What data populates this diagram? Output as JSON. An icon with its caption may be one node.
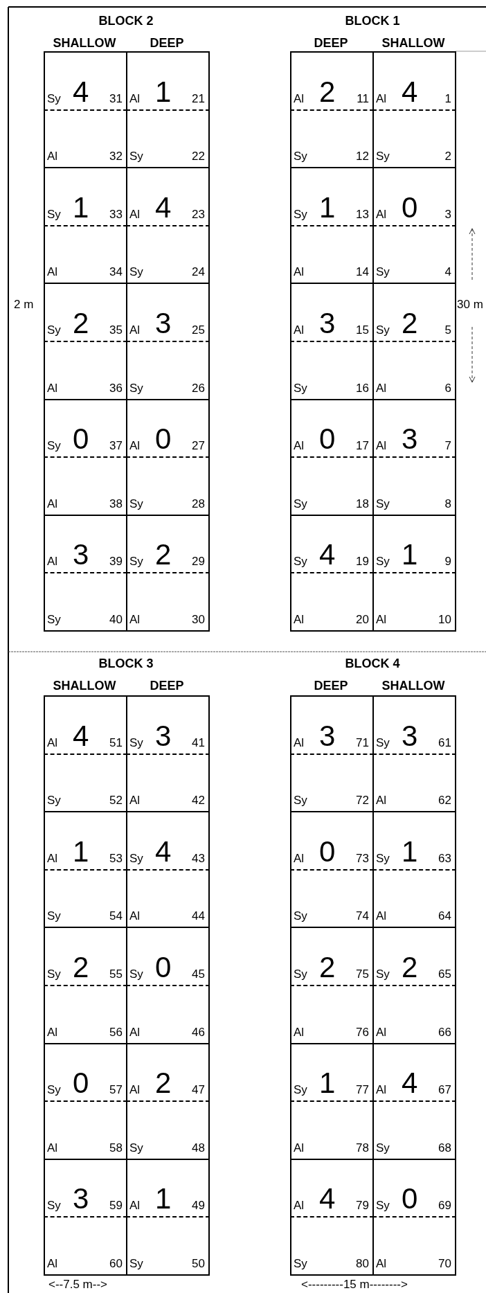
{
  "diagram": {
    "nodes": [
      {
        "text": [
          "Sy",
          "4",
          "31"
        ]
      },
      {
        "text": [
          "Al",
          "32"
        ]
      },
      {
        "text": [
          "Sy",
          "1",
          "33"
        ]
      },
      {
        "text": [
          "Al",
          "34"
        ]
      },
      {
        "text": [
          "Sy",
          "2",
          "35"
        ]
      },
      {
        "text": [
          "Al",
          "36"
        ]
      },
      {
        "text": [
          "Sy",
          "0",
          "37"
        ]
      },
      {
        "text": [
          "Al",
          "38"
        ]
      },
      {
        "text": [
          "Al",
          "3",
          "39"
        ]
      },
      {
        "text": [
          "Sy",
          "40"
        ]
      },
      {
        "text": [
          "Al",
          "1",
          "21"
        ]
      },
      {
        "text": [
          "Sy",
          "22"
        ]
      },
      {
        "text": [
          "Al",
          "4",
          "23"
        ]
      },
      {
        "text": [
          "Sy",
          "24"
        ]
      },
      {
        "text": [
          "Al",
          "3",
          "25"
        ]
      },
      {
        "text": [
          "Sy",
          "26"
        ]
      },
      {
        "text": [
          "Al",
          "0",
          "27"
        ]
      },
      {
        "text": [
          "Sy",
          "28"
        ]
      },
      {
        "text": [
          "Sy",
          "2",
          "29"
        ]
      },
      {
        "text": [
          "Al",
          "30"
        ]
      },
      {
        "text": [
          "Al",
          "2",
          "11"
        ]
      },
      {
        "text": [
          "Sy",
          "12"
        ]
      },
      {
        "text": [
          "Sy",
          "1",
          "13"
        ]
      },
      {
        "text": [
          "Al",
          "14"
        ]
      },
      {
        "text": [
          "Al",
          "3",
          "15"
        ]
      },
      {
        "text": [
          "Sy",
          "16"
        ]
      },
      {
        "text": [
          "Al",
          "0",
          "17"
        ]
      },
      {
        "text": [
          "Sy",
          "18"
        ]
      },
      {
        "text": [
          "Sy",
          "4",
          "19"
        ]
      },
      {
        "text": [
          "Al",
          "20"
        ]
      },
      {
        "text": [
          "Al",
          "4",
          "1"
        ]
      },
      {
        "text": [
          "Sy",
          "2"
        ]
      },
      {
        "text": [
          "Al",
          "0",
          "3"
        ]
      },
      {
        "text": [
          "Sy",
          "4"
        ]
      },
      {
        "text": [
          "Sy",
          "2",
          "5"
        ]
      },
      {
        "text": [
          "Al",
          "6"
        ]
      },
      {
        "text": [
          "Al",
          "3",
          "7"
        ]
      },
      {
        "text": [
          "Sy",
          "8"
        ]
      },
      {
        "text": [
          "Sy",
          "1",
          "9"
        ]
      },
      {
        "text": [
          "Al",
          "10"
        ]
      },
      {
        "text": [
          "Al",
          "4",
          "51"
        ]
      },
      {
        "text": [
          "Sy",
          "52"
        ]
      },
      {
        "text": [
          "Al",
          "1",
          "53"
        ]
      },
      {
        "text": [
          "Sy",
          "54"
        ]
      },
      {
        "text": [
          "Sy",
          "2",
          "55"
        ]
      },
      {
        "text": [
          "Al",
          "56"
        ]
      },
      {
        "text": [
          "Sy",
          "0",
          "57"
        ]
      },
      {
        "text": [
          "Al",
          "58"
        ]
      },
      {
        "text": [
          "Sy",
          "3",
          "59"
        ]
      },
      {
        "text": [
          "Al",
          "60"
        ]
      },
      {
        "text": [
          "Sy",
          "3",
          "41"
        ]
      },
      {
        "text": [
          "Al",
          "42"
        ]
      },
      {
        "text": [
          "Sy",
          "4",
          "43"
        ]
      },
      {
        "text": [
          "Al",
          "44"
        ]
      },
      {
        "text": [
          "Sy",
          "0",
          "45"
        ]
      },
      {
        "text": [
          "Al",
          "46"
        ]
      },
      {
        "text": [
          "Al",
          "2",
          "47"
        ]
      },
      {
        "text": [
          "Sy",
          "48"
        ]
      },
      {
        "text": [
          "Al",
          "1",
          "49"
        ]
      },
      {
        "text": [
          "Sy",
          "50"
        ]
      },
      {
        "text": [
          "Al",
          "3",
          "71"
        ]
      },
      {
        "text": [
          "Sy",
          "72"
        ]
      },
      {
        "text": [
          "Al",
          "0",
          "73"
        ]
      },
      {
        "text": [
          "Sy",
          "74"
        ]
      },
      {
        "text": [
          "Sy",
          "2",
          "75"
        ]
      },
      {
        "text": [
          "Al",
          "76"
        ]
      },
      {
        "text": [
          "Sy",
          "1",
          "77"
        ]
      },
      {
        "text": [
          "Al",
          "78"
        ]
      },
      {
        "text": [
          "Al",
          "4",
          "79"
        ]
      },
      {
        "text": [
          "Sy",
          "80"
        ]
      },
      {
        "text": [
          "Sy",
          "3",
          "61"
        ]
      },
      {
        "text": [
          "Al",
          "62"
        ]
      },
      {
        "text": [
          "Sy",
          "1",
          "63"
        ]
      },
      {
        "text": [
          "Al",
          "64"
        ]
      },
      {
        "text": [
          "Sy",
          "2",
          "65"
        ]
      },
      {
        "text": [
          "Al",
          "66"
        ]
      },
      {
        "text": [
          "Al",
          "4",
          "67"
        ]
      },
      {
        "text": [
          "Sy",
          "68"
        ]
      },
      {
        "text": [
          "Sy",
          "0",
          "69"
        ]
      },
      {
        "text": [
          "Al",
          "70"
        ]
      }
    ],
    "labels": [
      "BLOCK 2",
      "BLOCK 1",
      "SHALLOW",
      "DEEP",
      "DEEP",
      "SHALLOW",
      "2 m",
      "30 m",
      "BLOCK 3",
      "BLOCK 4",
      "SHALLOW",
      "DEEP",
      "DEEP",
      "SHALLOW",
      "<--7.5 m-->",
      "<---------15 m-------->"
    ]
  }
}
